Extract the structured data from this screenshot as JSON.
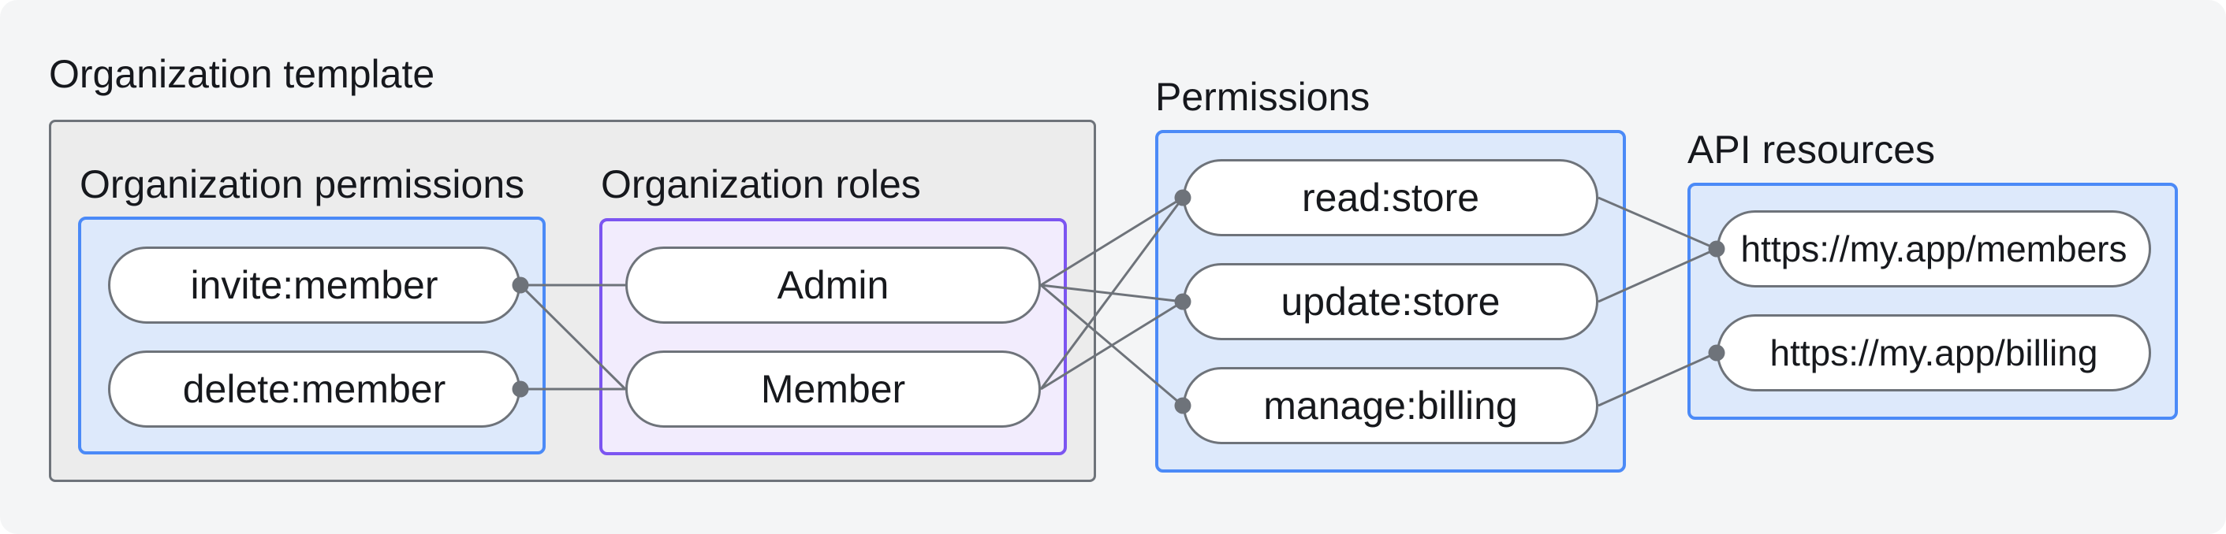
{
  "headings": {
    "organization_template": "Organization template",
    "organization_permissions": "Organization permissions",
    "organization_roles": "Organization roles",
    "permissions": "Permissions",
    "api_resources": "API resources"
  },
  "nodes": {
    "invite_member": {
      "label": "invite:member",
      "group": "organization_permissions"
    },
    "delete_member": {
      "label": "delete:member",
      "group": "organization_permissions"
    },
    "admin": {
      "label": "Admin",
      "group": "organization_roles"
    },
    "member": {
      "label": "Member",
      "group": "organization_roles"
    },
    "read_store": {
      "label": "read:store",
      "group": "permissions"
    },
    "update_store": {
      "label": "update:store",
      "group": "permissions"
    },
    "manage_billing": {
      "label": "manage:billing",
      "group": "permissions"
    },
    "api_members": {
      "label": "https://my.app/members",
      "group": "api_resources"
    },
    "api_billing": {
      "label": "https://my.app/billing",
      "group": "api_resources"
    }
  },
  "edges": [
    {
      "from": "invite_member",
      "to": "admin"
    },
    {
      "from": "invite_member",
      "to": "member"
    },
    {
      "from": "delete_member",
      "to": "member"
    },
    {
      "from": "admin",
      "to": "read_store"
    },
    {
      "from": "admin",
      "to": "update_store"
    },
    {
      "from": "admin",
      "to": "manage_billing"
    },
    {
      "from": "member",
      "to": "read_store"
    },
    {
      "from": "member",
      "to": "update_store"
    },
    {
      "from": "read_store",
      "to": "api_members"
    },
    {
      "from": "update_store",
      "to": "api_members"
    },
    {
      "from": "manage_billing",
      "to": "api_billing"
    }
  ],
  "colors": {
    "background": "#f4f5f6",
    "container_fill": "#ececec",
    "container_border": "#6e737a",
    "blue_fill": "#dde9fb",
    "blue_border": "#4b8af7",
    "purple_fill": "#f2ecfd",
    "purple_border": "#7c55f1",
    "pill_fill": "#ffffff",
    "connector": "#6e737a",
    "text": "#16181d"
  }
}
